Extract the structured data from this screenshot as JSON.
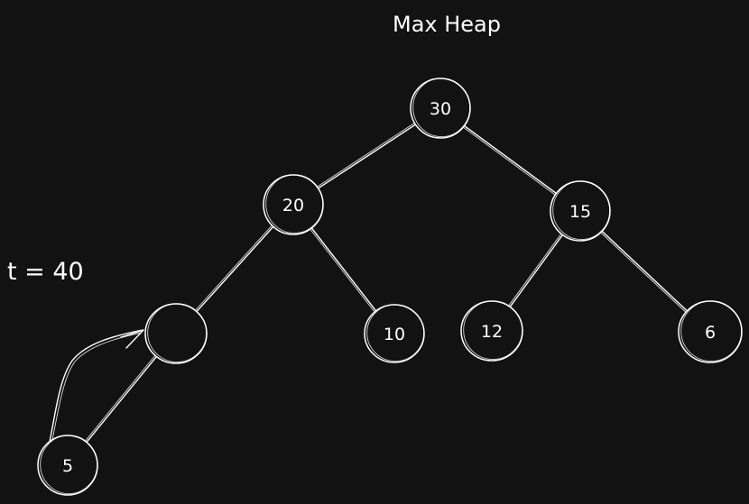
{
  "diagram": {
    "title": "Max Heap",
    "side_label": "t = 40",
    "nodes": [
      {
        "id": "n30",
        "label": "30"
      },
      {
        "id": "n20",
        "label": "20"
      },
      {
        "id": "n15",
        "label": "15"
      },
      {
        "id": "nEmpty",
        "label": ""
      },
      {
        "id": "n10",
        "label": "10"
      },
      {
        "id": "n12",
        "label": "12"
      },
      {
        "id": "n6",
        "label": "6"
      },
      {
        "id": "n5",
        "label": "5"
      }
    ],
    "edges": [
      {
        "from": "n30",
        "to": "n20"
      },
      {
        "from": "n30",
        "to": "n15"
      },
      {
        "from": "n20",
        "to": "nEmpty"
      },
      {
        "from": "n20",
        "to": "n10"
      },
      {
        "from": "n15",
        "to": "n12"
      },
      {
        "from": "n15",
        "to": "n6"
      },
      {
        "from": "nEmpty",
        "to": "n5"
      }
    ],
    "arrows": [
      {
        "from": "n5",
        "to": "nEmpty"
      }
    ]
  }
}
